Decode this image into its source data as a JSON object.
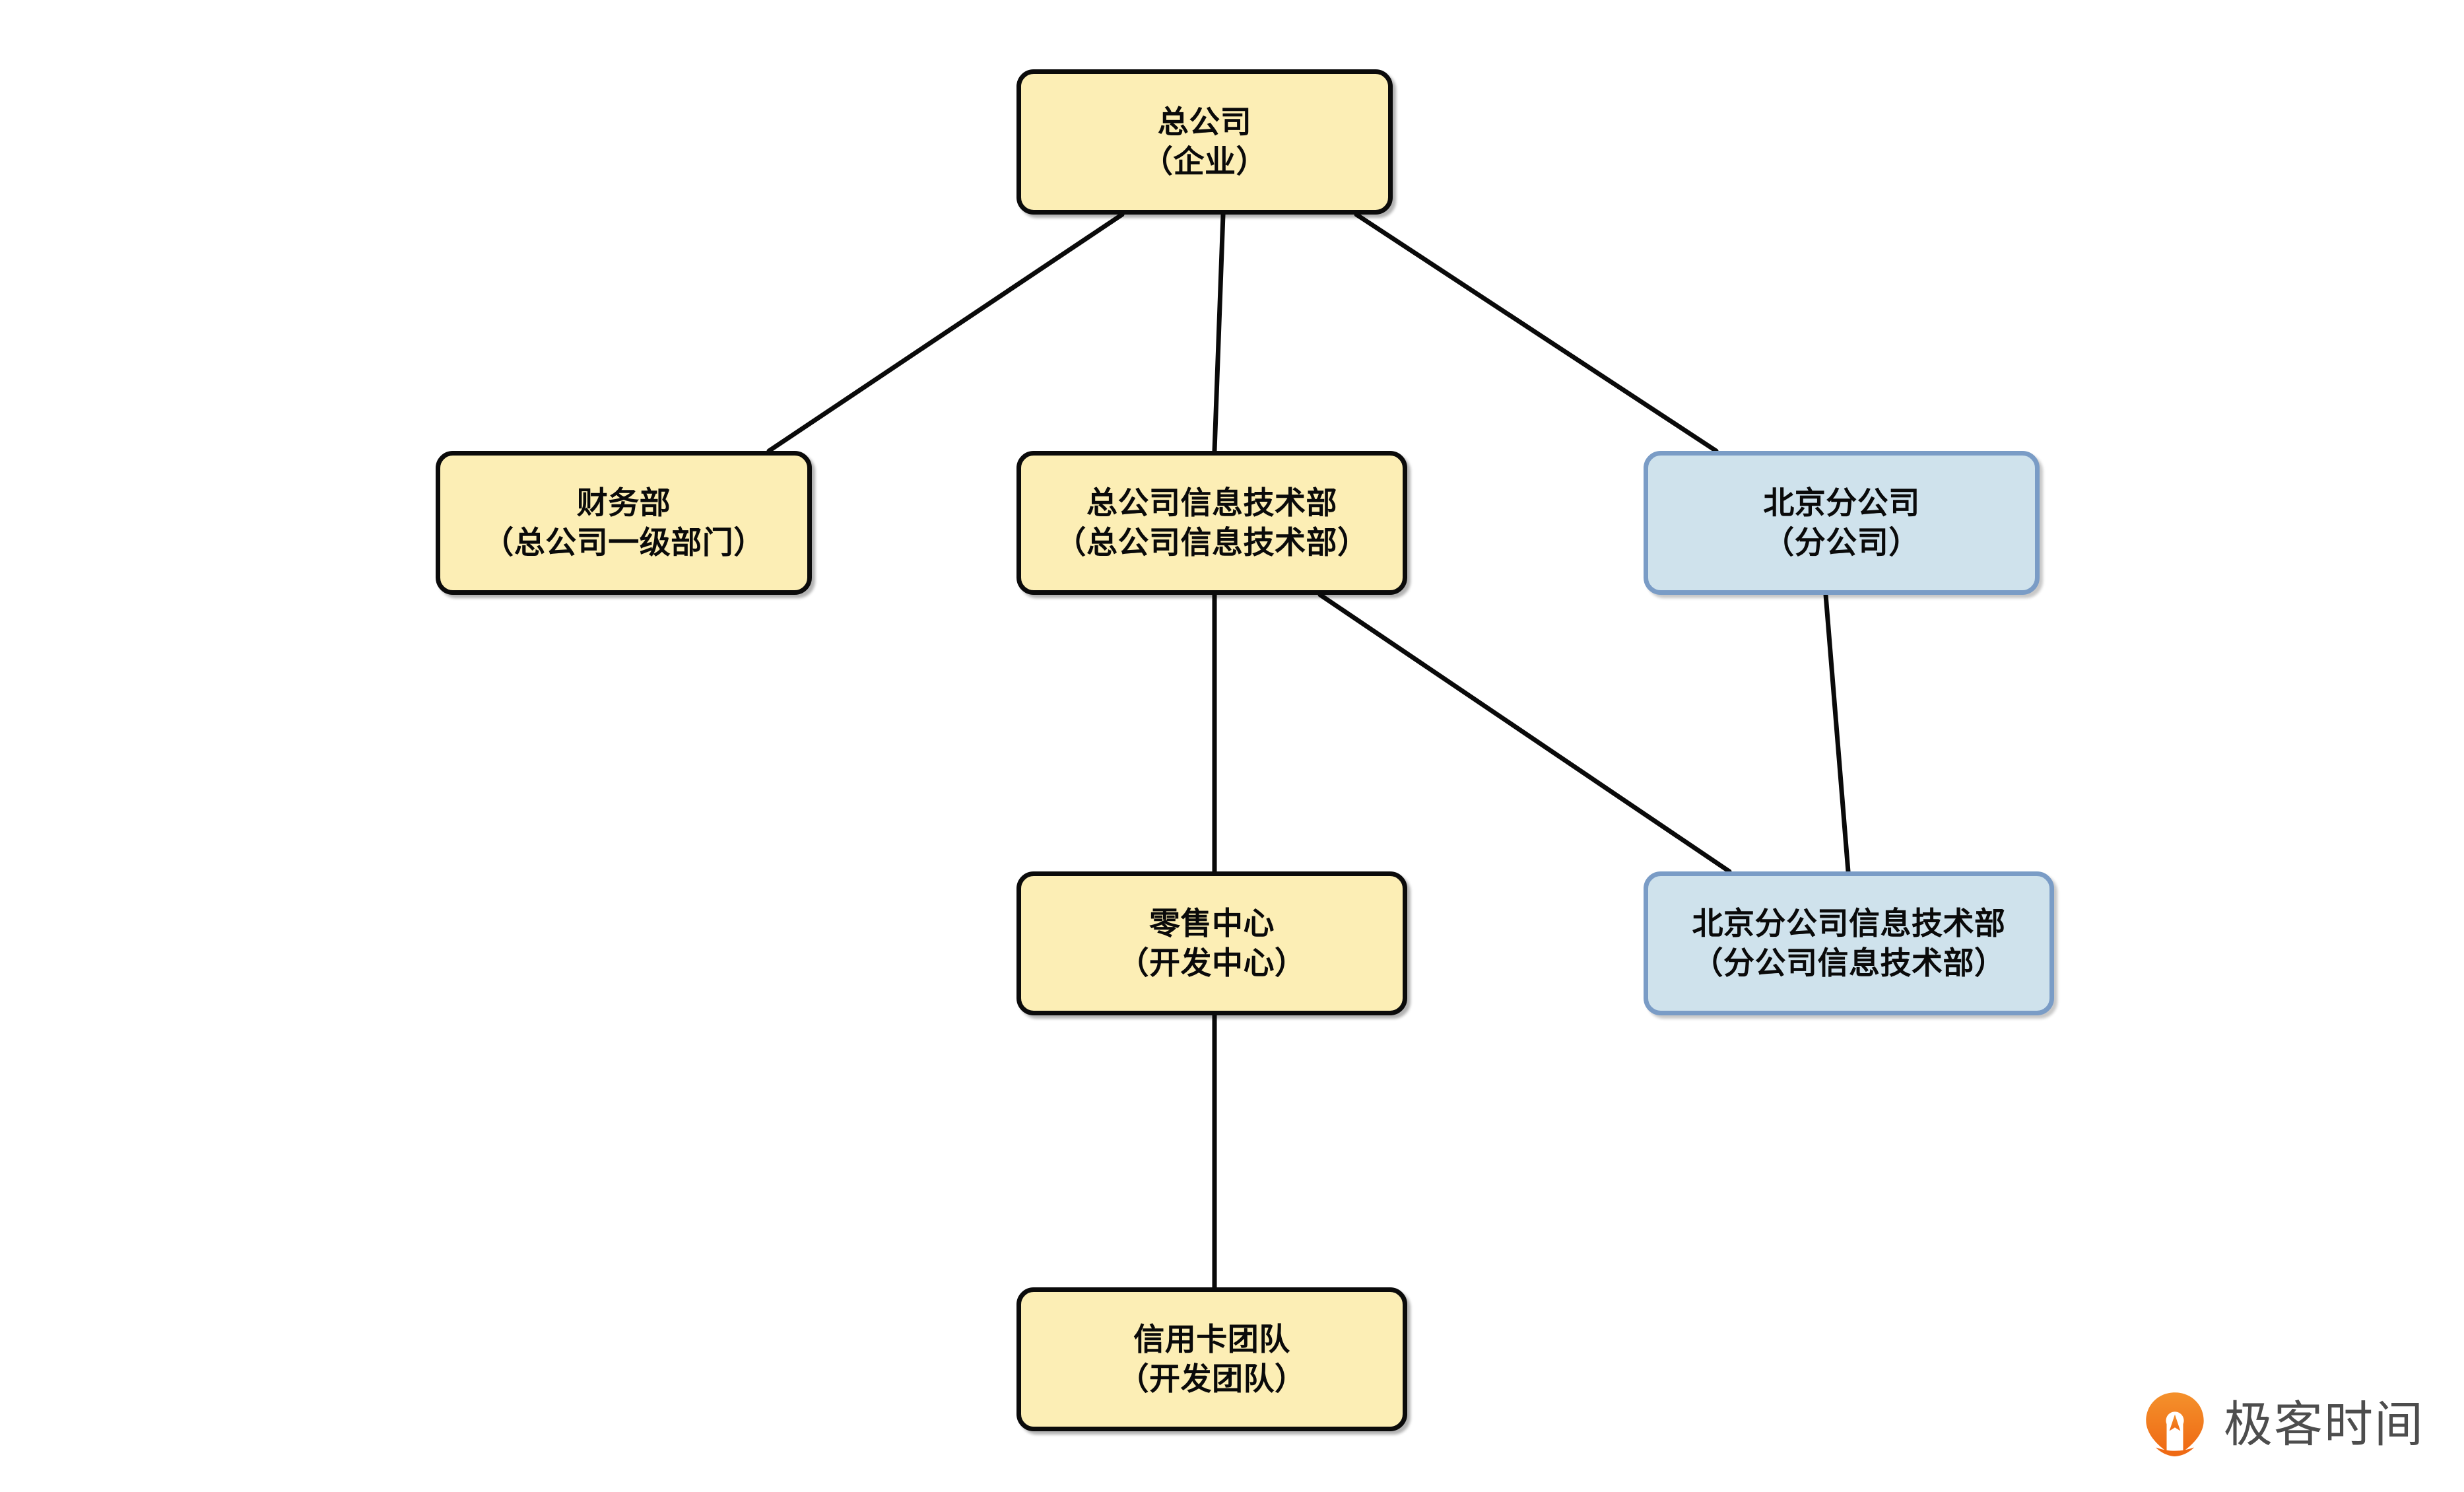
{
  "diagram": {
    "type": "org-chart",
    "background_color": "#ffffff",
    "palette": {
      "yellow_fill": "#fceeb5",
      "yellow_border": "#0b0b0b",
      "blue_fill": "#cfe2ec",
      "blue_border": "#7a9cc6",
      "edge_color": "#0a0a0a",
      "text_color": "#0a0a0a"
    },
    "nodes": [
      {
        "id": "root",
        "title": "总公司",
        "subtitle": "（企业）",
        "style": "yellow"
      },
      {
        "id": "finance",
        "title": "财务部",
        "subtitle": "（总公司一级部门）",
        "style": "yellow"
      },
      {
        "id": "hq_it",
        "title": "总公司信息技术部",
        "subtitle": "（总公司信息技术部）",
        "style": "yellow"
      },
      {
        "id": "branch",
        "title": "北京分公司",
        "subtitle": "（分公司）",
        "style": "blue"
      },
      {
        "id": "retail",
        "title": "零售中心",
        "subtitle": "（开发中心）",
        "style": "yellow"
      },
      {
        "id": "branch_it",
        "title": "北京分公司信息技术部",
        "subtitle": "（分公司信息技术部）",
        "style": "blue"
      },
      {
        "id": "credit",
        "title": "信用卡团队",
        "subtitle": "（开发团队）",
        "style": "yellow"
      }
    ],
    "edges": [
      {
        "from": "root",
        "to": "finance"
      },
      {
        "from": "root",
        "to": "hq_it"
      },
      {
        "from": "root",
        "to": "branch"
      },
      {
        "from": "hq_it",
        "to": "retail"
      },
      {
        "from": "hq_it",
        "to": "branch_it"
      },
      {
        "from": "branch",
        "to": "branch_it"
      },
      {
        "from": "retail",
        "to": "credit"
      }
    ]
  },
  "watermark": {
    "brand": "极客时间",
    "logo_icon": "geektime-pin-logo",
    "logo_color": "#f07b22"
  }
}
